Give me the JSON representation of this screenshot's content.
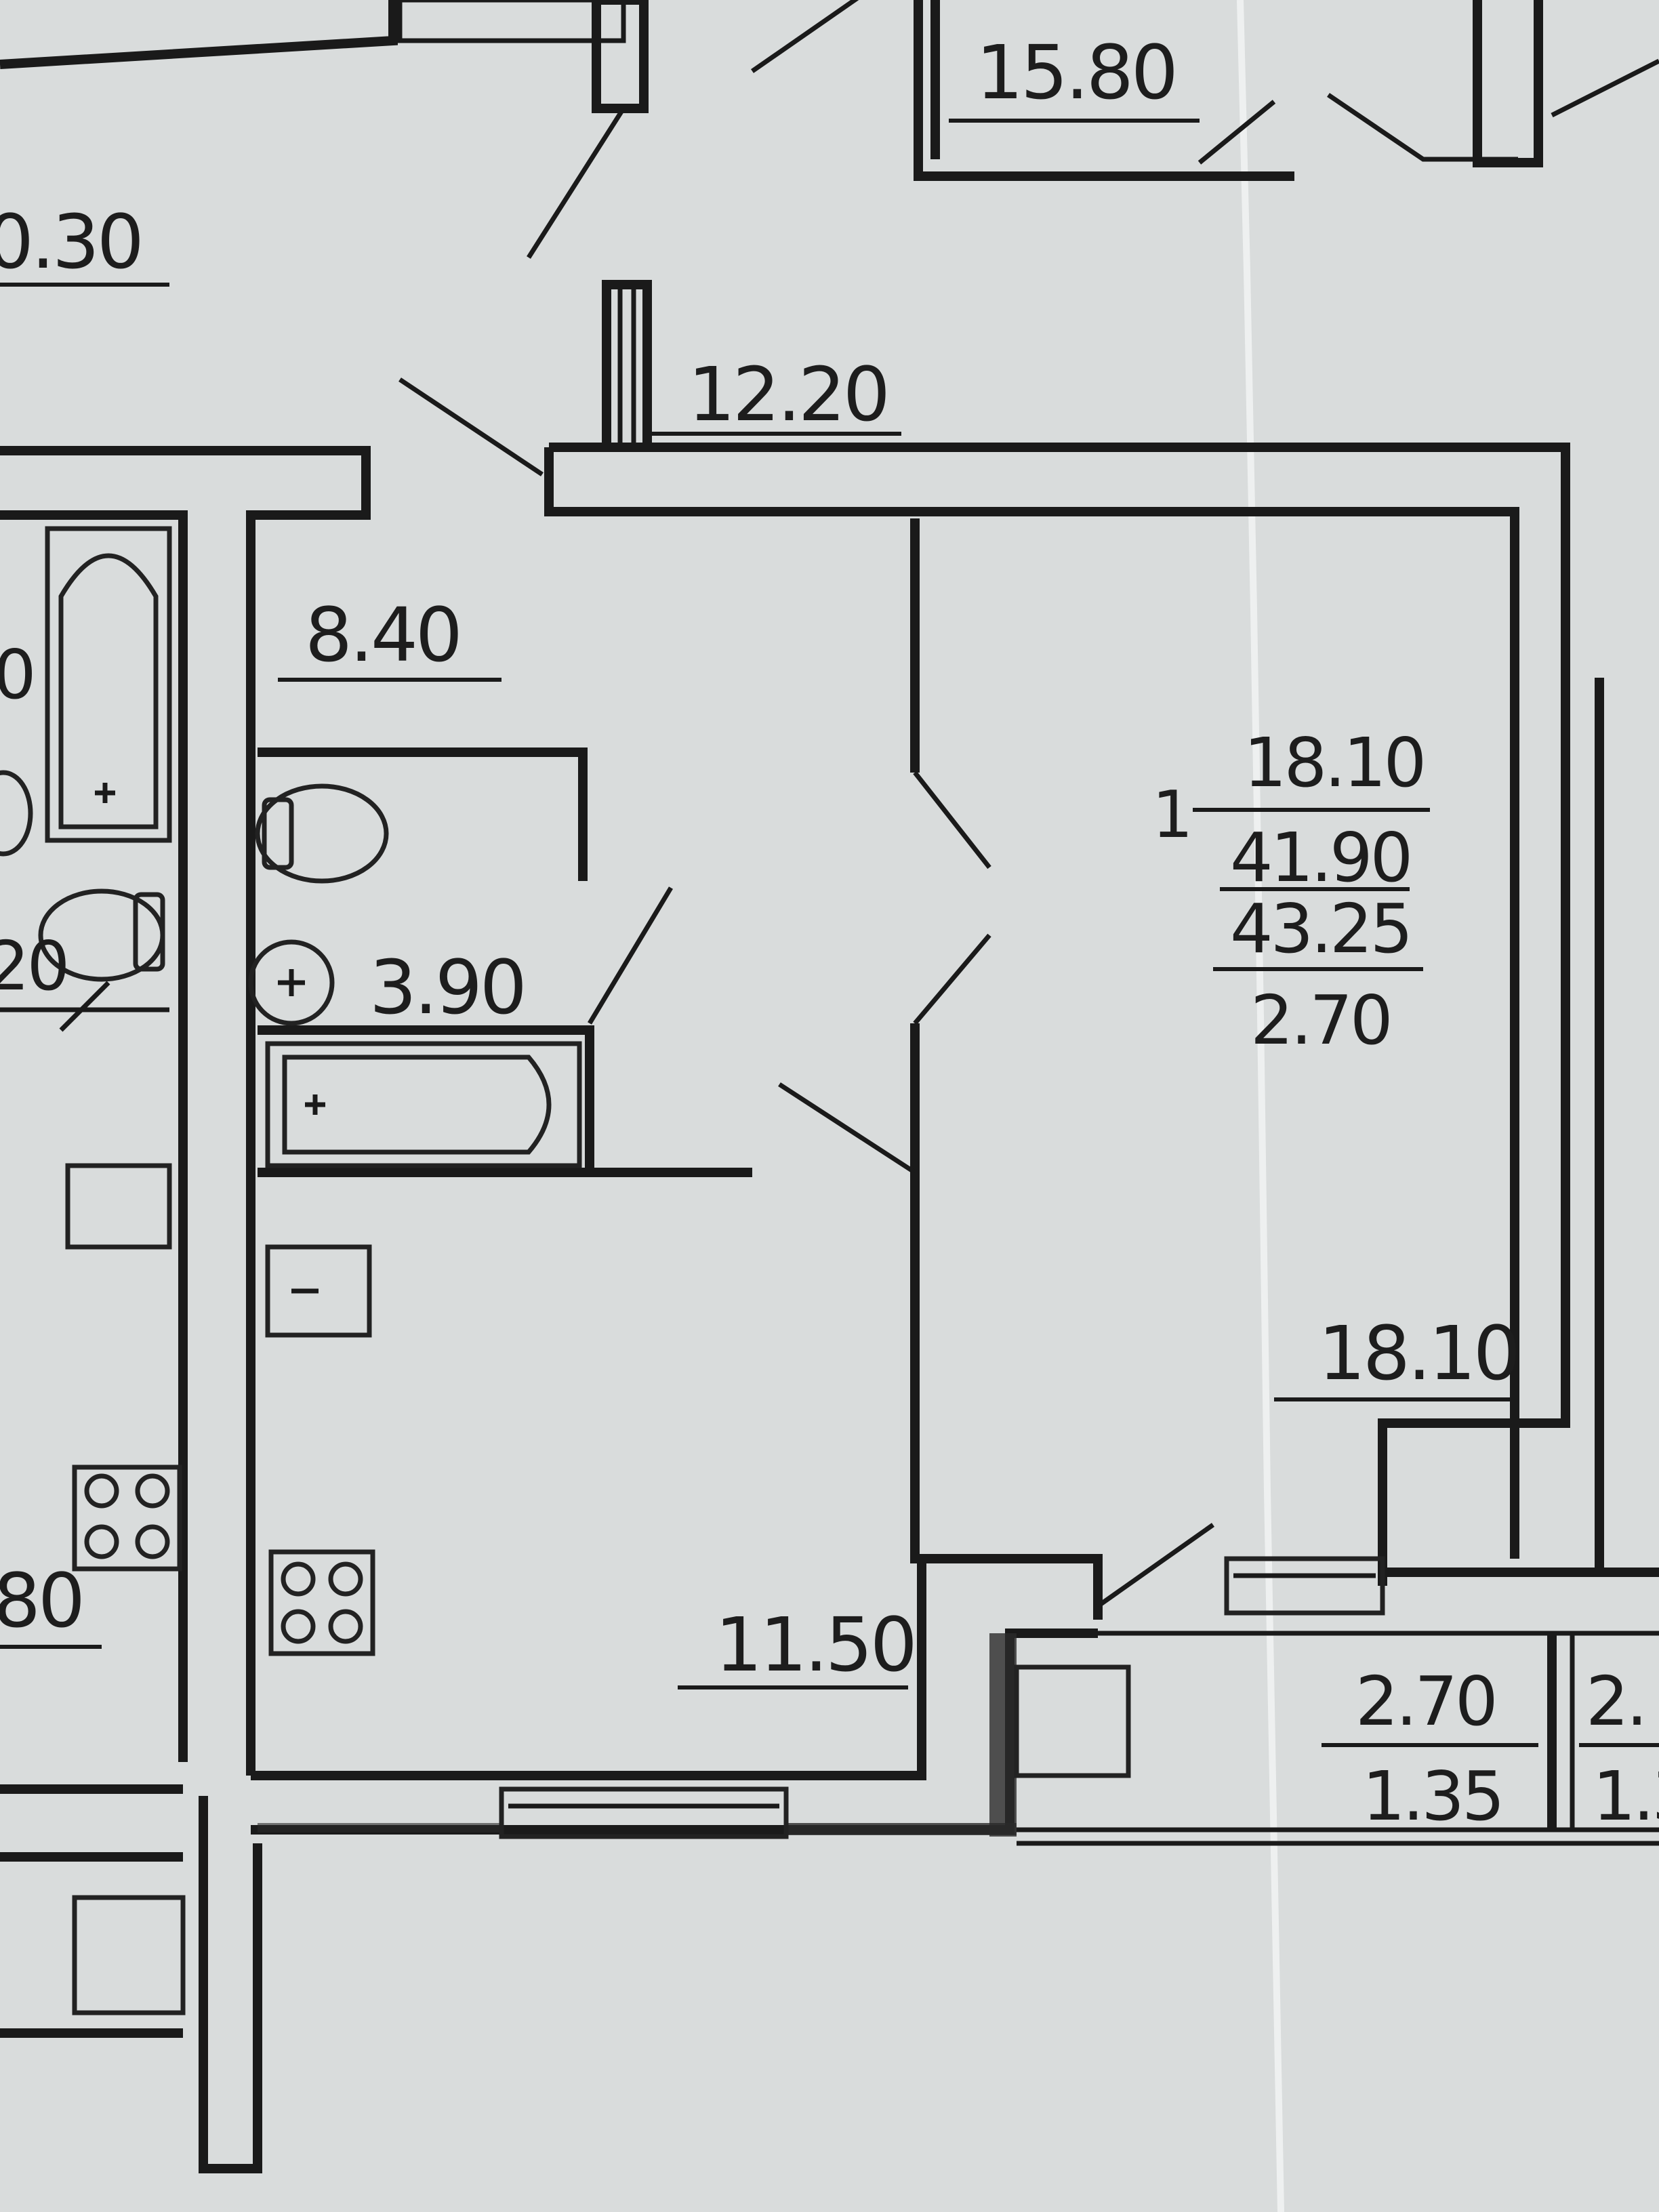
{
  "areas": {
    "top_left": "0.30",
    "top_center": "15.80",
    "corridor": "12.20",
    "hall": "8.40",
    "bathroom": "3.90",
    "kitchen": "11.50",
    "room": "18.10",
    "balcony_left": "80",
    "neighbor_a": "0",
    "neighbor_b": "20"
  },
  "apartment": {
    "rooms_count": "1",
    "living_area": "18.10",
    "total_area_a": "41.90",
    "total_area_b": "43.25",
    "ceiling_height": "2.70"
  },
  "balcony": {
    "area_1": "2.70",
    "area_2": "1.35",
    "area_1_next": "2.",
    "area_2_next": "1.3"
  }
}
